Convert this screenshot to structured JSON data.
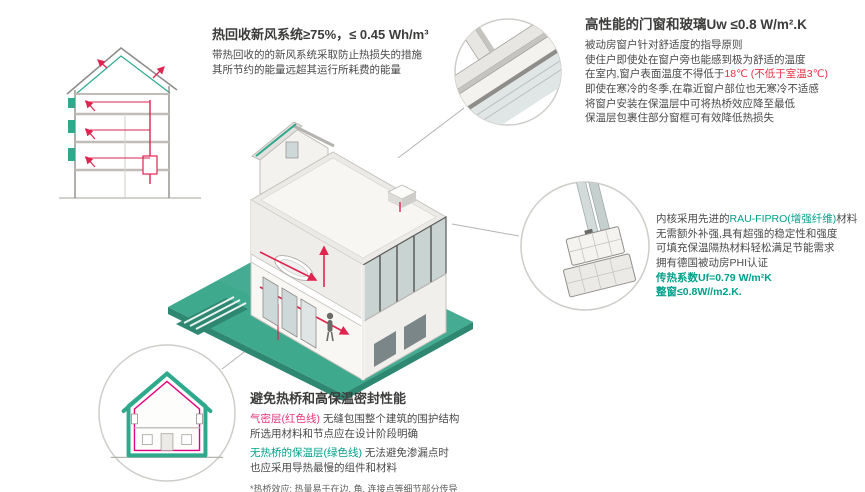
{
  "colors": {
    "teal": "#2fa98c",
    "teal_text": "#00a08b",
    "red_text": "#e82f44",
    "pink_text": "#e6347c",
    "duct_red": "#e0234f",
    "dark": "#3c3c3b",
    "body_text": "#4a4a4a"
  },
  "sections": {
    "hrv": {
      "title": "热回收新风系统≥75%，≤ 0.45 Wh/m³",
      "body1": "带热回收的的新风系统采取防止热损失的措施",
      "body2": "其所节约的能量远超其运行所耗费的能量"
    },
    "windows": {
      "title": "高性能的门窗和玻璃Uw ≤0.8 W/m².K",
      "line1": "被动房窗户针对舒适度的指导原则",
      "line2": "使住户即使处在窗户旁也能感到极为舒适的温度",
      "line3_dark": "在室内,窗户表面温度不得低于",
      "line3_red": "18℃ (不低于室温3℃)",
      "line4": "即使在寒冷的冬季,在靠近窗户部位也无寒冷不适感",
      "line5": "将窗户安装在保温层中可将热桥效应降至最低",
      "line6": "保温层包裹住部分窗框可有效降低热损失"
    },
    "profile": {
      "line1_pre": "内核采用先进的",
      "line1_teal": "RAU-FIPRO(增强纤维)",
      "line1_post": "材料",
      "line2": "无需额外补强,具有超强的稳定性和强度",
      "line3": "可填充保温隔热材料轻松满足节能需求",
      "line4": "拥有德国被动房PHI认证",
      "line5": "传热系数Uf=0.79 W/m²K",
      "line6": "整窗≤0.8W//m2.K."
    },
    "thermal": {
      "title": "避免热桥和高保温密封性能",
      "line1_pink": "气密层(红色线)",
      "line1_rest": " 无缝包围整个建筑的围护结构",
      "line2": "所选用材料和节点应在设计阶段明确",
      "line3_teal": "无热桥的保温层(绿色线)",
      "line3_rest": " 无法避免渗漏点时",
      "line4": "也应采用导热最慢的组件和材料",
      "footnote": "*热桥效应: 热量易于在边, 角, 连接点等细节部分传导"
    }
  }
}
